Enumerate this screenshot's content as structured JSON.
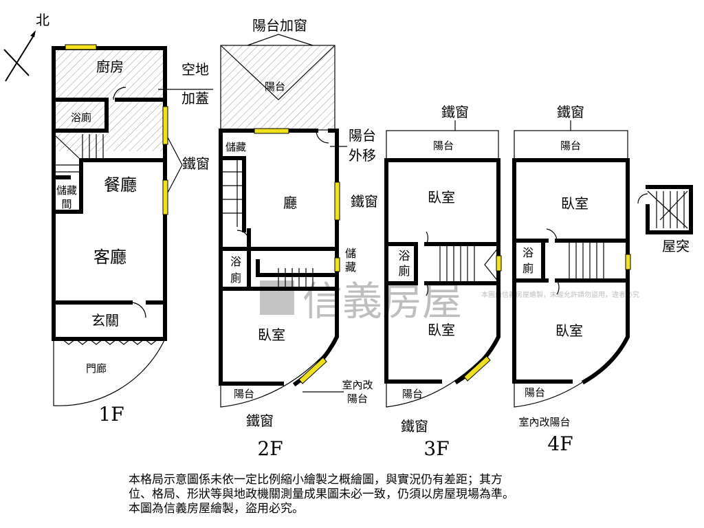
{
  "compass": {
    "label": "北"
  },
  "floor1": {
    "title": "1F",
    "kitchen": "廚房",
    "addon": [
      "空地",
      "加蓋"
    ],
    "bath": "浴廁",
    "dining": "餐廳",
    "storage": [
      "儲藏",
      "間"
    ],
    "living": "客廳",
    "entry": "玄關",
    "porch": "門廊",
    "iron_window": "鐵窗"
  },
  "floor2": {
    "title": "2F",
    "balcony_window": "陽台加窗",
    "balcony": "陽台",
    "storage_top": "儲藏",
    "hall": "廳",
    "moved_balcony": [
      "陽台",
      "外移"
    ],
    "iron_window_side": "鐵窗",
    "bath": [
      "浴",
      "廁"
    ],
    "storage": [
      "儲",
      "藏"
    ],
    "bedroom": "臥室",
    "balcony_bottom": "陽台",
    "iron_window_bottom": "鐵窗",
    "indoor_balcony": [
      "室內改",
      "陽台"
    ]
  },
  "floor3": {
    "title": "3F",
    "iron_window_top": "鐵窗",
    "balcony": "陽台",
    "bedroom_top": "臥室",
    "bath": [
      "浴",
      "廁"
    ],
    "bedroom_bottom": "臥室",
    "balcony_bottom": "陽台",
    "iron_window_bottom": "鐵窗"
  },
  "floor4": {
    "title": "4F",
    "iron_window_top": "鐵窗",
    "balcony": "陽台",
    "bedroom_top": "臥室",
    "bath": [
      "浴",
      "廁"
    ],
    "bedroom_bottom": "臥室",
    "balcony_bottom": "陽台",
    "indoor_balcony": "室內改陽台"
  },
  "roof": {
    "label": "屋突"
  },
  "watermark": {
    "brand": "信義房屋",
    "notice": "本圖由信義房屋繪製，未經允許請勿盜用，違者必究"
  },
  "disclaimer": [
    "本格局示意圖係未依一定比例縮小繪製之概繪圖，與實況仍有差距；其方",
    "位、格局、形狀等與地政機關測量成果圖未必一致，仍須以房屋現場為準。",
    "本圖為信義房屋繪製，盜用必究。"
  ]
}
